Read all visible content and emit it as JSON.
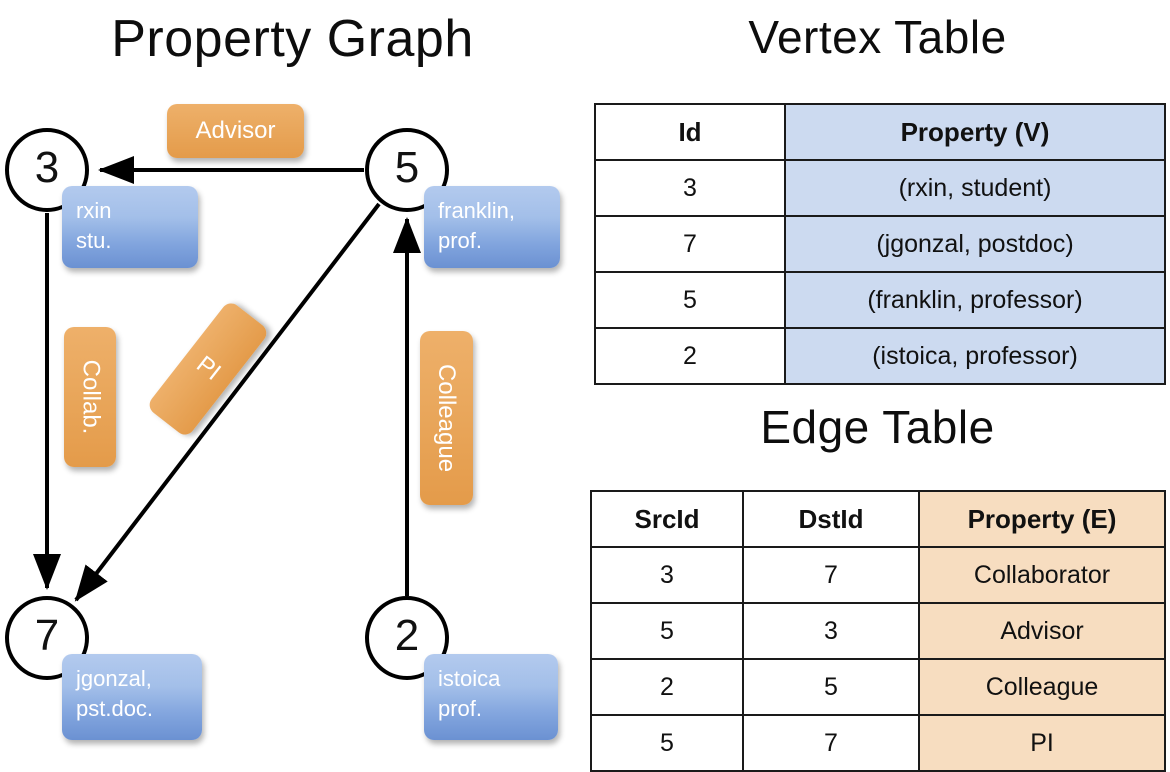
{
  "titles": {
    "property_graph": "Property Graph",
    "vertex_table": "Vertex Table",
    "edge_table": "Edge Table"
  },
  "colors": {
    "node_border": "#000000",
    "vertex_property_fill": "#ccdaf0",
    "edge_property_fill": "#f7ddc0",
    "prop_box_blue": "#82a5de",
    "edge_label_orange": "#e9a75c",
    "background": "#ffffff"
  },
  "graph": {
    "nodes": [
      {
        "id": "3",
        "label": "3",
        "property_lines": [
          "rxin",
          "stu."
        ]
      },
      {
        "id": "5",
        "label": "5",
        "property_lines": [
          "franklin,",
          "prof."
        ]
      },
      {
        "id": "7",
        "label": "7",
        "property_lines": [
          "jgonzal,",
          "pst.doc."
        ]
      },
      {
        "id": "2",
        "label": "2",
        "property_lines": [
          "istoica",
          "prof."
        ]
      }
    ],
    "edges": [
      {
        "src": "5",
        "dst": "3",
        "label": "Advisor"
      },
      {
        "src": "3",
        "dst": "7",
        "label": "Collab."
      },
      {
        "src": "5",
        "dst": "7",
        "label": "PI"
      },
      {
        "src": "2",
        "dst": "5",
        "label": "Colleague"
      }
    ]
  },
  "vertex_table": {
    "headers": [
      "Id",
      "Property (V)"
    ],
    "rows": [
      {
        "id": "3",
        "property": "(rxin, student)"
      },
      {
        "id": "7",
        "property": "(jgonzal, postdoc)"
      },
      {
        "id": "5",
        "property": "(franklin, professor)"
      },
      {
        "id": "2",
        "property": "(istoica, professor)"
      }
    ]
  },
  "edge_table": {
    "headers": [
      "SrcId",
      "DstId",
      "Property (E)"
    ],
    "rows": [
      {
        "src": "3",
        "dst": "7",
        "property": "Collaborator"
      },
      {
        "src": "5",
        "dst": "3",
        "property": "Advisor"
      },
      {
        "src": "2",
        "dst": "5",
        "property": "Colleague"
      },
      {
        "src": "5",
        "dst": "7",
        "property": "PI"
      }
    ]
  }
}
